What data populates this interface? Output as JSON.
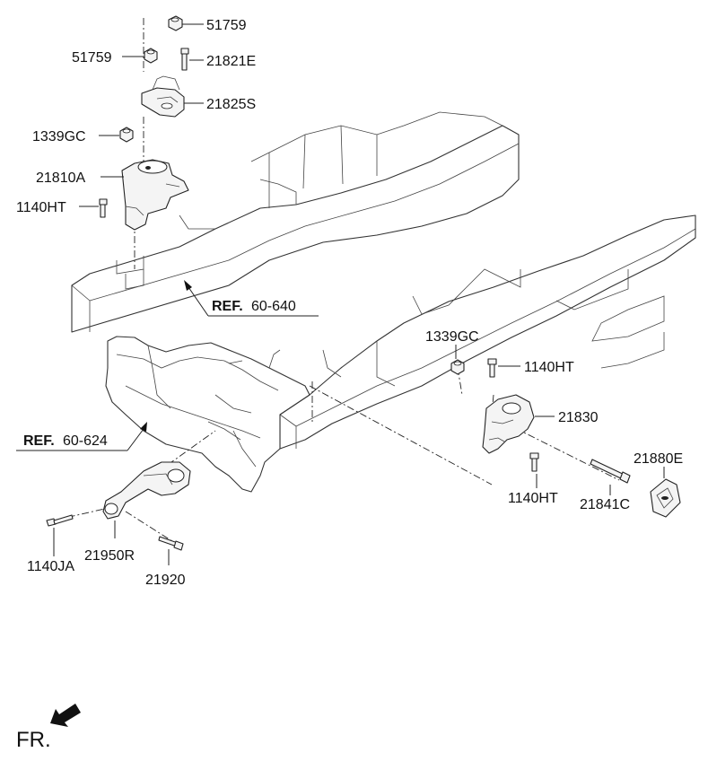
{
  "labels": {
    "nut_top": "51759",
    "nut_left": "51759",
    "bolt_21821e": "21821E",
    "bracket_21825s": "21825S",
    "nut_1339gc_top": "1339GC",
    "mount_21810a": "21810A",
    "bolt_1140ht_left": "1140HT",
    "nut_1339gc_right": "1339GC",
    "bolt_1140ht_right_top": "1140HT",
    "mount_21830": "21830",
    "bolt_1140ht_right_bottom": "1140HT",
    "bolt_21841c": "21841C",
    "cover_21880e": "21880E",
    "bolt_1140ja": "1140JA",
    "rod_21950r": "21950R",
    "bolt_21920": "21920"
  },
  "refs": {
    "ref_upper_bold": "REF.",
    "ref_upper_num": "60-640",
    "ref_lower_bold": "REF.",
    "ref_lower_num": "60-624"
  },
  "direction": {
    "front_label": "FR."
  }
}
